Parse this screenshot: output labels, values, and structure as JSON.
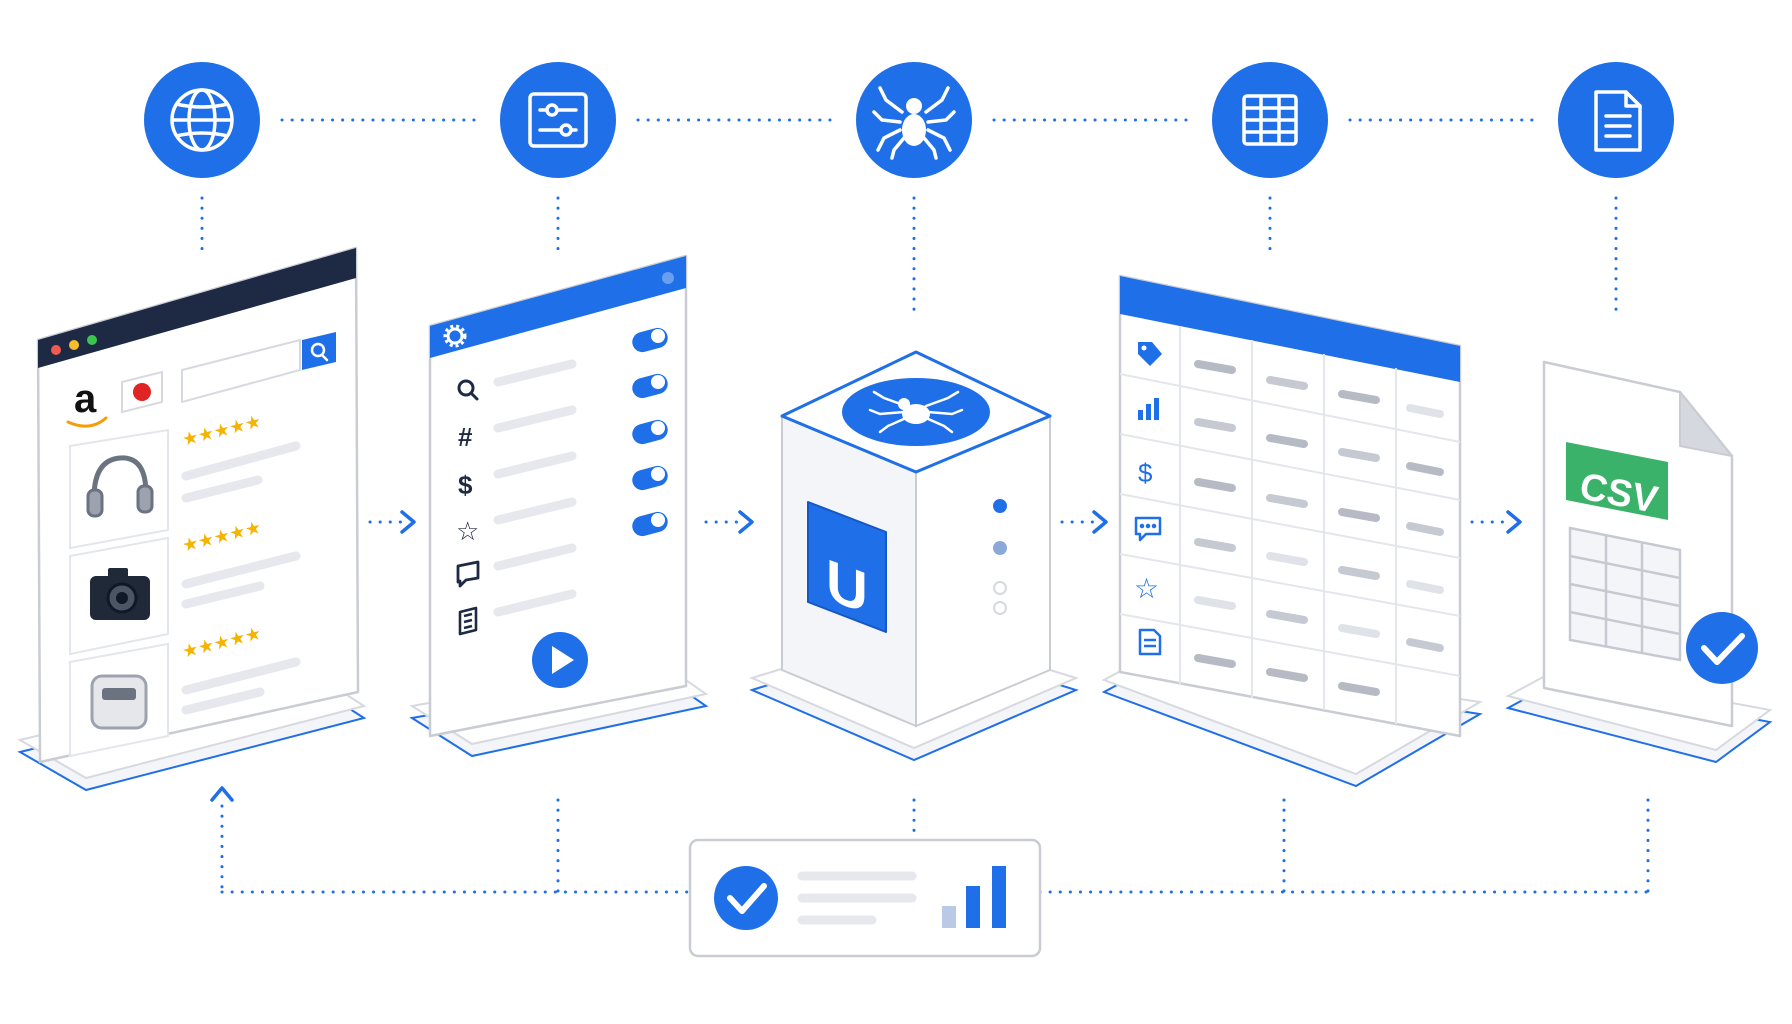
{
  "colors": {
    "accent": "#1f6fe8",
    "accent_dark": "#1557c7",
    "browser_bar": "#1e2a44",
    "dot_red": "#f05a4f",
    "dot_yellow": "#f7bd2c",
    "dot_green": "#3cc54d",
    "star": "#f5b400",
    "csv_green": "#3bb26a",
    "line_gray": "#e6e8ee",
    "line_dark_gray": "#b5bac4",
    "panel_border": "#c9ccd3"
  },
  "top_icons": [
    {
      "name": "globe-icon"
    },
    {
      "name": "sliders-icon"
    },
    {
      "name": "spider-icon"
    },
    {
      "name": "table-icon"
    },
    {
      "name": "document-icon"
    }
  ],
  "browser": {
    "logo_letter": "a",
    "search_icon": "search-icon",
    "product_icons": [
      "headphones-icon",
      "camera-icon",
      "rice-cooker-icon"
    ],
    "stars": "★★★★★"
  },
  "settings_panel": {
    "header_icon": "gear-icon",
    "rows": [
      {
        "icon": "search-icon",
        "glyph": ""
      },
      {
        "icon": "hash-icon",
        "glyph": "#"
      },
      {
        "icon": "dollar-icon",
        "glyph": "$"
      },
      {
        "icon": "star-icon",
        "glyph": "☆"
      },
      {
        "icon": "comment-icon",
        "glyph": ""
      },
      {
        "icon": "document-icon",
        "glyph": ""
      }
    ],
    "play_icon": "play-icon"
  },
  "server": {
    "logo_letter": "U",
    "top_icon": "spider-icon"
  },
  "table_panel": {
    "row_icons": [
      {
        "icon": "tag-icon",
        "glyph": ""
      },
      {
        "icon": "bar-chart-icon",
        "glyph": ""
      },
      {
        "icon": "dollar-icon",
        "glyph": "$"
      },
      {
        "icon": "comment-icon",
        "glyph": ""
      },
      {
        "icon": "star-icon",
        "glyph": "☆"
      },
      {
        "icon": "document-icon",
        "glyph": ""
      }
    ]
  },
  "csv": {
    "label": "CSV",
    "check_icon": "check-icon"
  },
  "summary": {
    "check_icon": "check-icon",
    "bars_icon": "bar-chart-icon"
  }
}
